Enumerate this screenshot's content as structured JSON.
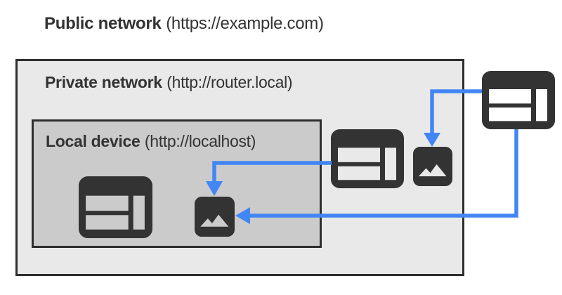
{
  "palette": {
    "page_bg": "#ffffff",
    "private_box_bg": "#e9e9e9",
    "local_box_bg": "#cbcbcb",
    "box_border": "#2e2e2e",
    "icon_dark": "#333333",
    "arrow_blue": "#4285f4",
    "text": "#333333"
  },
  "public_network": {
    "name": "Public network",
    "detail": "(https://example.com)"
  },
  "private_network": {
    "name": "Private network",
    "detail": "(http://router.local)"
  },
  "local_device": {
    "name": "Local device",
    "detail": "(http://localhost)"
  },
  "icons": {
    "public_browser": "browser-window",
    "private_browser": "browser-window",
    "private_image": "image-resource",
    "local_browser": "browser-window",
    "local_image": "image-resource"
  },
  "arrows": [
    {
      "name": "public-browser-to-private-image",
      "from": "public-network browser window",
      "to": "private-network image resource"
    },
    {
      "name": "private-browser-to-local-image",
      "from": "private-network browser window",
      "to": "local-device image resource"
    },
    {
      "name": "public-browser-to-local-image",
      "from": "public-network browser window",
      "to": "local-device image resource"
    }
  ]
}
